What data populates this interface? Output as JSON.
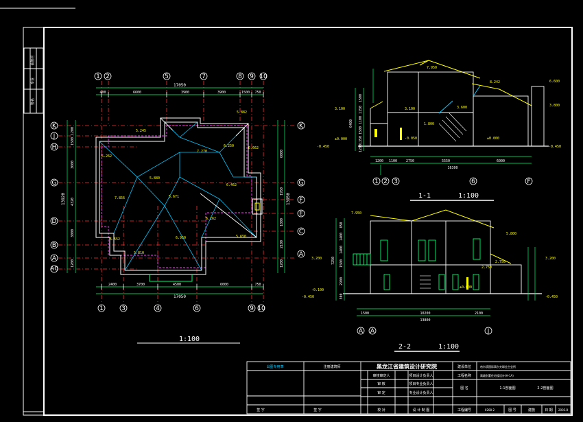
{
  "plan": {
    "top_overall": "17050",
    "top_dims": [
      "400",
      "6600",
      "3900",
      "3900",
      "1500",
      "750"
    ],
    "bottom_dims": [
      "2400",
      "3700",
      "4500",
      "6000",
      "750"
    ],
    "bottom_overall": "17050",
    "left_dims": [
      "1200",
      "1500",
      "3600",
      "4320",
      "3000",
      "1200"
    ],
    "left_overall": "13920",
    "right_dims": [
      "6000",
      "1950",
      "1800",
      "2100",
      "1200"
    ],
    "right_overall": "13950",
    "axes_top": [
      "1",
      "2",
      "5",
      "7",
      "8",
      "9",
      "10"
    ],
    "axes_bottom": [
      "1",
      "3",
      "4",
      "6",
      "9",
      "10"
    ],
    "axes_left": [
      "K",
      "J",
      "H",
      "G",
      "D",
      "B",
      "A",
      "A0"
    ],
    "axes_right": [
      "K",
      "G",
      "F",
      "E",
      "C",
      "A"
    ],
    "elevations": [
      "5.882",
      "5.245",
      "7.270",
      "6.250",
      "6.662",
      "5.262",
      "6.462",
      "5.880",
      "7.856",
      "5.671",
      "6.262",
      "6.950",
      "5.650",
      "5.552",
      "5.810"
    ],
    "scale": "1:100"
  },
  "section1": {
    "title": "1-1",
    "scale": "1:100",
    "dims_bottom": [
      "1200",
      "1100",
      "2750",
      "5550",
      "6000"
    ],
    "overall_bottom": "16300",
    "left_stack": [
      "1500",
      "1150",
      "1100",
      "1500",
      "1350",
      "1200"
    ],
    "left_total": "6400",
    "elevations": [
      "7.950",
      "8.242",
      "3.600",
      "3.100",
      "3.100",
      "1.800",
      "-0.050",
      "±0.000",
      "±0.000",
      "-0.450",
      "-0.450",
      "3.800",
      "6.600"
    ],
    "axes": [
      "1",
      "2",
      "3",
      "6",
      "F"
    ]
  },
  "section2": {
    "title": "2-2",
    "scale": "1:100",
    "dims_bottom": [
      "1500",
      "10200",
      "2100"
    ],
    "overall_bottom": "13800",
    "left_stack": [
      "850",
      "1400",
      "1400",
      "1500",
      "2900",
      "500"
    ],
    "left_total": "7250",
    "elevations": [
      "7.950",
      "5.800",
      "3.200",
      "-0.100",
      "-0.450",
      "2.750",
      "2.750",
      "±0.000",
      "3.200",
      "-0.450"
    ],
    "axes": [
      "A",
      "A",
      "J"
    ]
  },
  "title_block": {
    "institute": "黑龙江省建筑设计研究院",
    "row1": [
      "审核审定人",
      "项目设计负责人"
    ],
    "row2": [
      "审 核",
      "项目专业负责人"
    ],
    "row3": [
      "审 定",
      "专业设计负责人"
    ],
    "row4": [
      "校 对",
      "设 计 制 图"
    ],
    "project_label": "建设单位",
    "project_value": "哈尔滨国际高尔夫球会主会所",
    "name_label": "工程名称",
    "name_value": "高级别墅住宅楼设计(H-1A)",
    "drawing_label": "图 名",
    "drawing_value_1": "1-1剖面图",
    "drawing_value_2": "2-2剖面图",
    "number_label": "工程编号",
    "number_value": "0208-2",
    "sheet_label": "图 号",
    "sheet_value": "建施",
    "date_label": "日 期",
    "date_value": "2003.8",
    "left_stamp": "出图专用章",
    "left_box_2": "注册建筑师",
    "sign_1": "签 字",
    "sign_2": "签 字",
    "side_labels": [
      "会签栏",
      "专业",
      "签名"
    ]
  },
  "colors": {
    "background": "#000000",
    "frame": "#ffffff",
    "axis": "#ff3030",
    "dimension": "#00ff66",
    "roof": "#ffff00",
    "ridge": "#00c8ff",
    "wall": "#ff3cff"
  }
}
